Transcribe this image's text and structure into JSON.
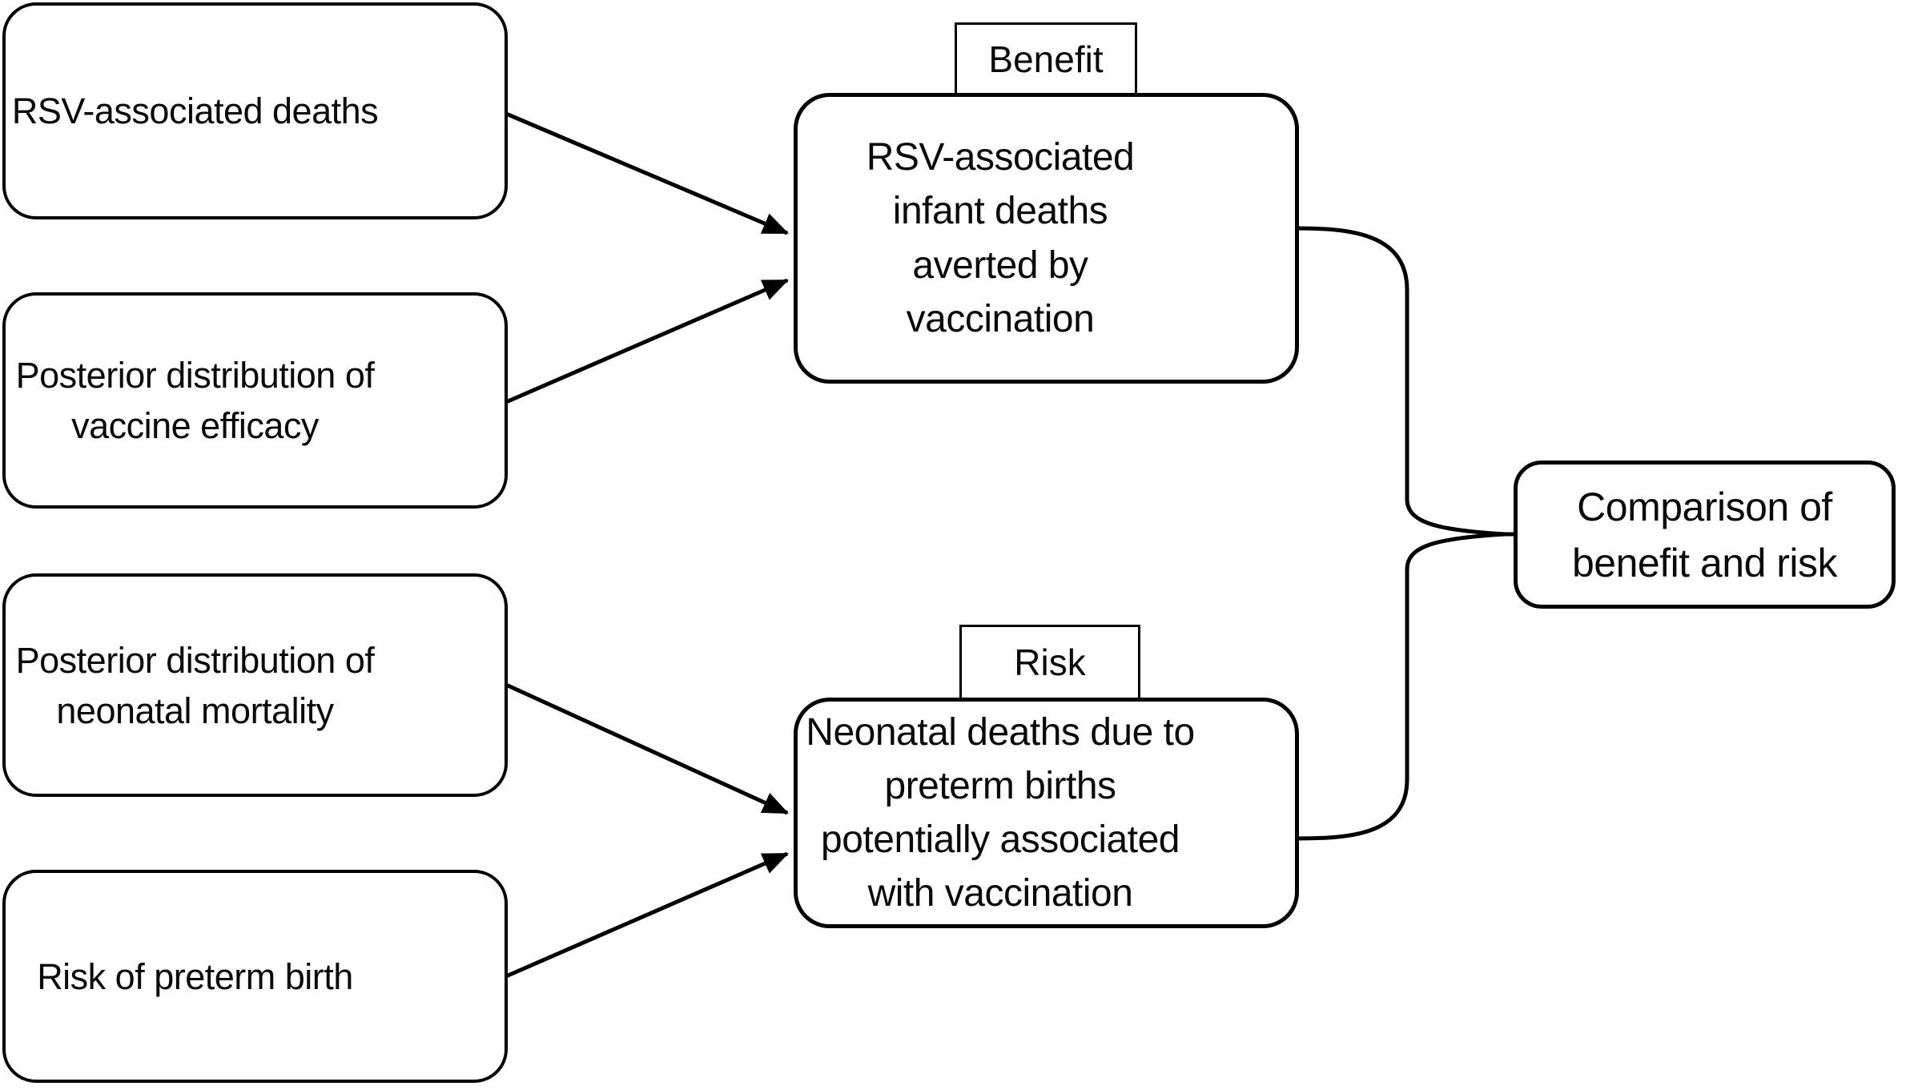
{
  "figure": {
    "type": "flow-diagram",
    "background_color": "#ffffff",
    "ink_color": "#000000"
  },
  "nodes": {
    "rsv_deaths": {
      "lines": [
        "RSV-associated deaths"
      ]
    },
    "vaccine_efficacy": {
      "lines": [
        "Posterior distribution of",
        "vaccine efficacy"
      ]
    },
    "neonatal_mortality": {
      "lines": [
        "Posterior distribution of",
        "neonatal mortality"
      ]
    },
    "preterm_risk": {
      "lines": [
        "Risk of preterm birth"
      ]
    },
    "benefit_tag": {
      "label": "Benefit"
    },
    "benefit": {
      "lines": [
        "RSV-associated",
        "infant deaths",
        "averted by",
        "vaccination"
      ]
    },
    "risk_tag": {
      "label": "Risk"
    },
    "risk": {
      "lines": [
        "Neonatal deaths due to",
        "preterm births",
        "potentially associated",
        "with vaccination"
      ]
    },
    "comparison": {
      "lines": [
        "Comparison of",
        "benefit and risk"
      ]
    }
  },
  "edges": [
    {
      "from": "rsv_deaths",
      "to": "benefit",
      "kind": "arrow"
    },
    {
      "from": "vaccine_efficacy",
      "to": "benefit",
      "kind": "arrow"
    },
    {
      "from": "neonatal_mortality",
      "to": "risk",
      "kind": "arrow"
    },
    {
      "from": "preterm_risk",
      "to": "risk",
      "kind": "arrow"
    },
    {
      "from": "benefit+risk",
      "to": "comparison",
      "kind": "brace"
    }
  ]
}
